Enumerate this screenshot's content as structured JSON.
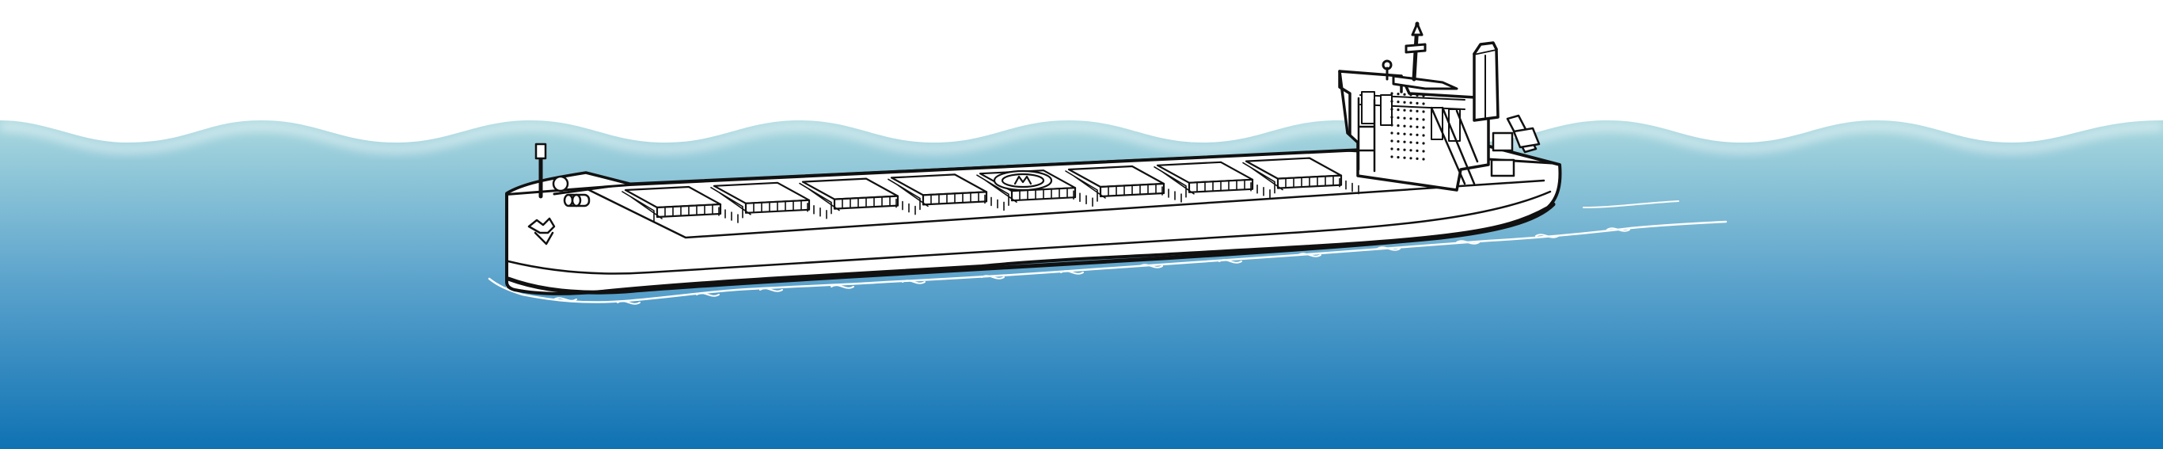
{
  "scene": {
    "description_icons": [
      "bulk-carrier-ship-illustration",
      "ocean-waves",
      "ship-logo-emblem"
    ],
    "colors": {
      "sky": "#ffffff",
      "sea_top": "#a9d8de",
      "sea_mid": "#5aa2cc",
      "sea_bottom": "#0f72b3",
      "hull": "#ffffff",
      "outline": "#111111",
      "wake": "#ffffff"
    }
  }
}
